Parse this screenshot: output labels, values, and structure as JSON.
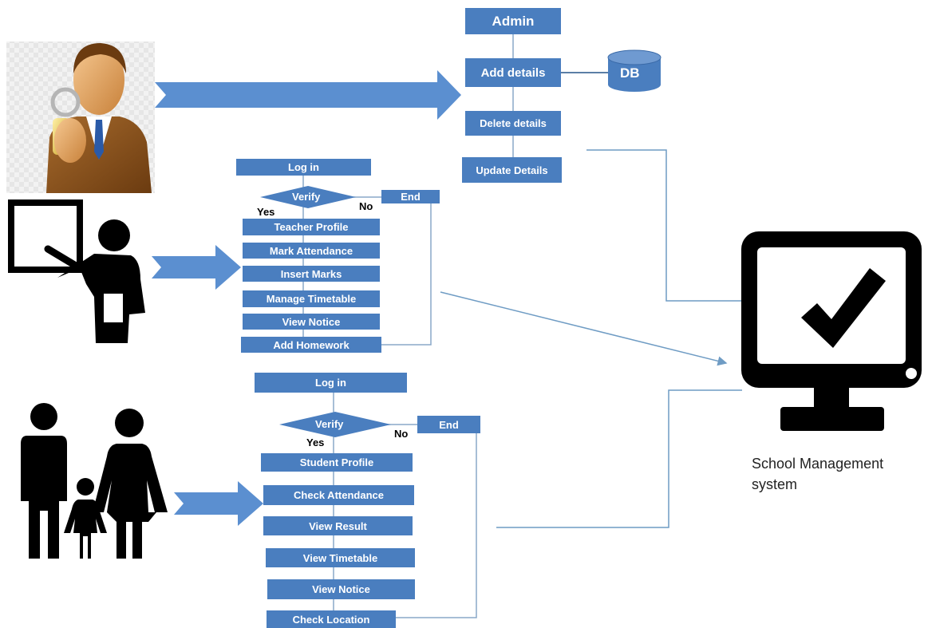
{
  "colors": {
    "box": "#4a7ebf",
    "arrow": "#5b8fd0",
    "line": "#6f9cc4",
    "icon": "#000000"
  },
  "admin": {
    "title": "Admin",
    "steps": [
      "Add details",
      "Delete details",
      "Update Details"
    ],
    "db": "DB"
  },
  "teacher": {
    "login": "Log in",
    "verify": "Verify",
    "yes": "Yes",
    "no": "No",
    "end": "End",
    "steps": [
      "Teacher Profile",
      "Mark Attendance",
      "Insert Marks",
      "Manage Timetable",
      "View Notice",
      "Add Homework"
    ]
  },
  "parent": {
    "login": "Log in",
    "verify": "Verify",
    "yes": "Yes",
    "no": "No",
    "end": "End",
    "steps": [
      "Student Profile",
      "Check Attendance",
      "View Result",
      "View Timetable",
      "View Notice",
      "Check Location"
    ]
  },
  "system": {
    "caption_line1": "School Management",
    "caption_line2": "system"
  },
  "icons": {
    "admin": "admin-person-with-key-icon",
    "teacher": "teacher-at-board-icon",
    "parents": "family-icon",
    "monitor": "monitor-checkmark-icon"
  }
}
